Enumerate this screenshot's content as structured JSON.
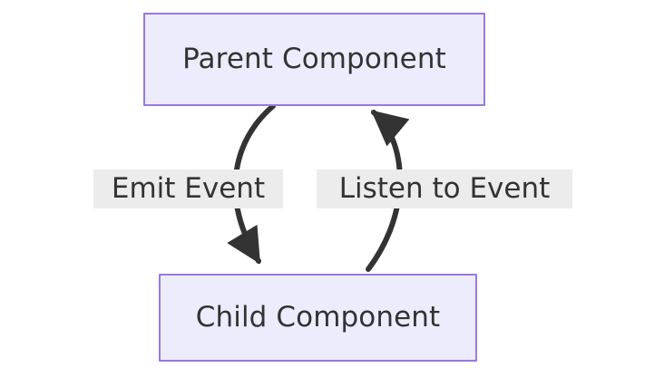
{
  "diagram": {
    "type": "flowchart",
    "direction": "top-to-bottom",
    "background_color": "#ffffff",
    "nodes": [
      {
        "id": "parent",
        "label": "Parent Component",
        "fill_color": "#ececfd",
        "border_color": "#9a77e0",
        "text_color": "#333333"
      },
      {
        "id": "child",
        "label": "Child Component",
        "fill_color": "#ececfd",
        "border_color": "#9a77e0",
        "text_color": "#333333"
      }
    ],
    "edges": [
      {
        "id": "emit",
        "label": "Emit Event",
        "from": "parent",
        "to": "child",
        "arrow": "end",
        "color": "#333333",
        "label_background": "#ececec"
      },
      {
        "id": "listen",
        "label": "Listen to Event",
        "from": "child",
        "to": "parent",
        "arrow": "end",
        "color": "#333333",
        "label_background": "#ececec"
      }
    ]
  }
}
